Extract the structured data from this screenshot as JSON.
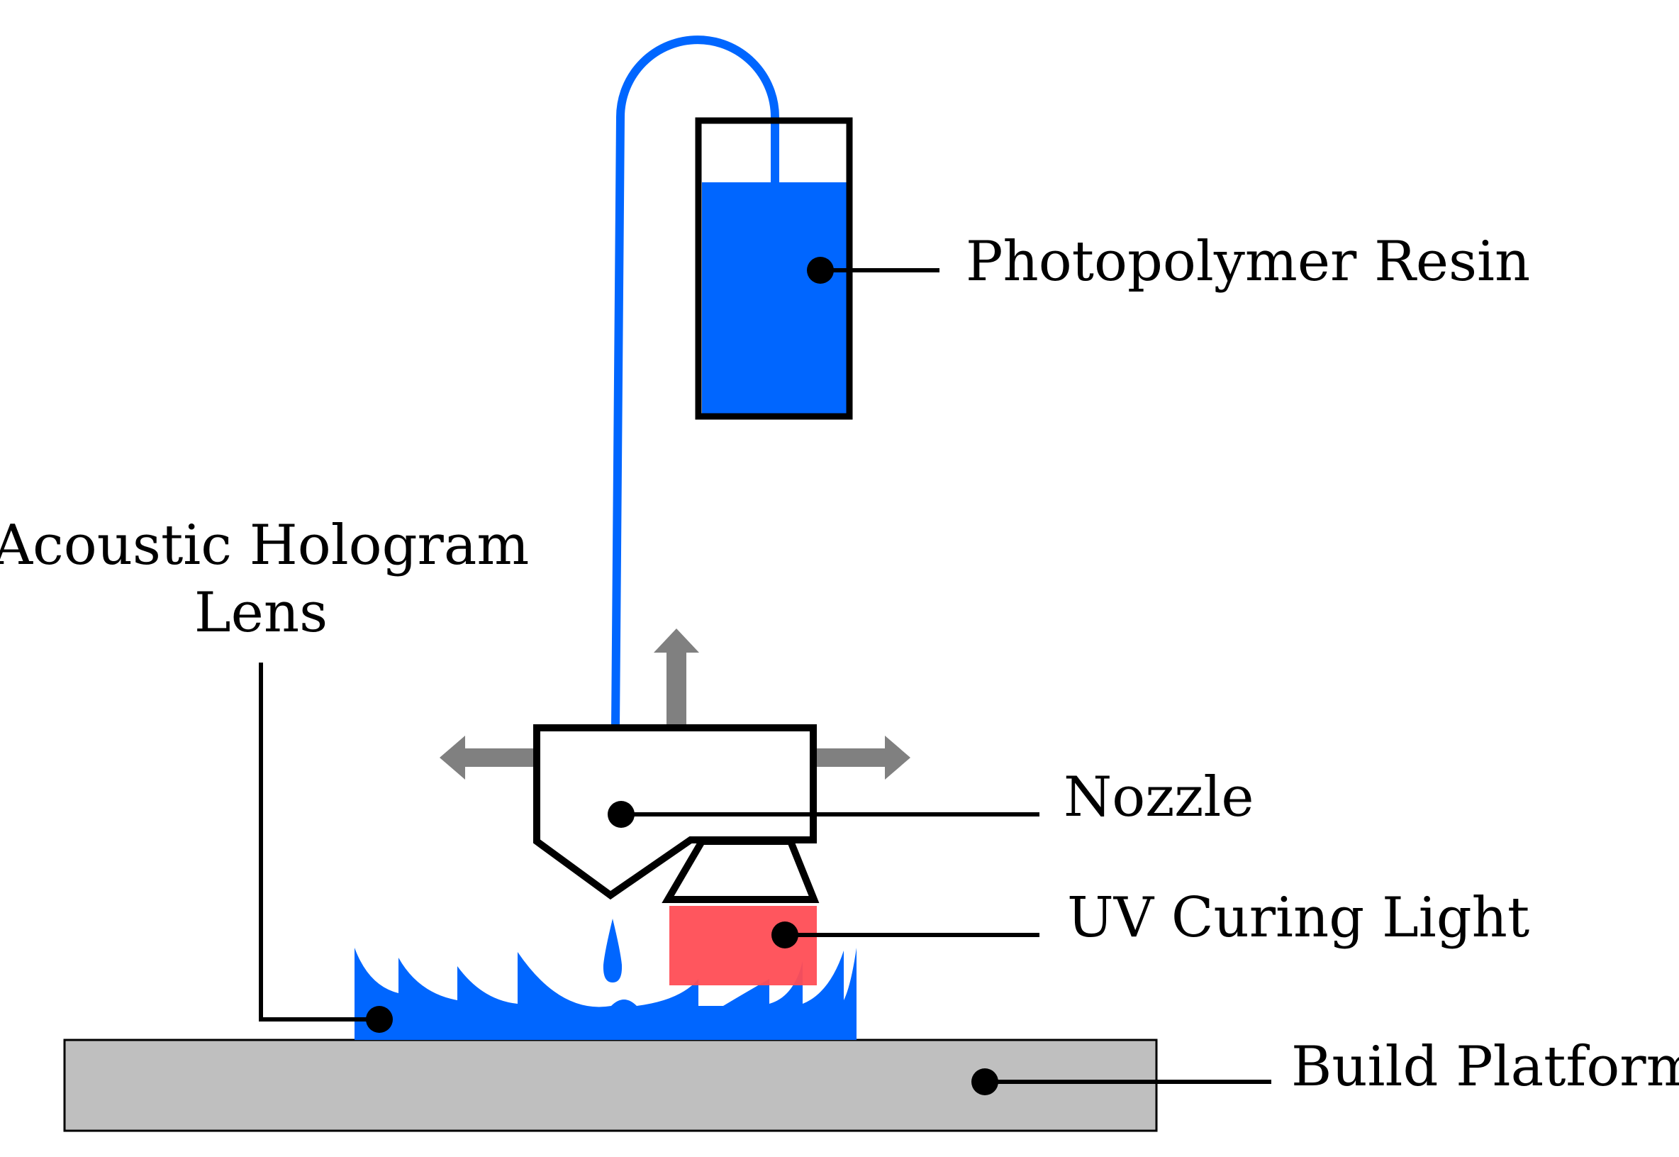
{
  "labels": {
    "resin": "Photopolymer Resin",
    "lens_line1": "Acoustic Hologram",
    "lens_line2": "Lens",
    "nozzle": "Nozzle",
    "uv_light": "UV Curing Light",
    "platform": "Build Platform"
  },
  "colors": {
    "resin_blue": "#0066ff",
    "uv_red": "#ff4d55",
    "platform_gray": "#bfbfbf",
    "arrow_gray": "#808080",
    "outline": "#000000"
  }
}
